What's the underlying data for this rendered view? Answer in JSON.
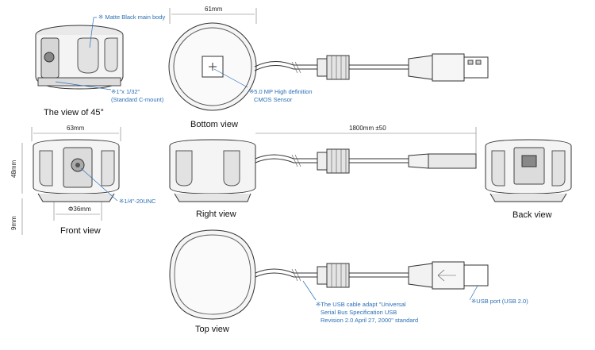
{
  "views": {
    "view45": "The view of 45°",
    "bottom": "Bottom view",
    "front": "Front view",
    "right": "Right view",
    "back": "Back view",
    "top": "Top view"
  },
  "annotations": {
    "matte": "※ Matte Black main body",
    "cmount_1": "※1\"x 1/32\"",
    "cmount_2": "(Standard C-mount)",
    "sensor_1": "※5.0 MP High definition",
    "sensor_2": "CMOS Sensor",
    "tripod": "※1/4\"-20UNC",
    "usb_1": "※The USB cable adapt \"Universal",
    "usb_2": "Serial Bus Specification USB",
    "usb_3": "Revision 2.0 April 27, 2000\" standard",
    "usbport": "※USB port (USB 2.0)"
  },
  "dimensions": {
    "width_bottom": "61mm",
    "width_front": "63mm",
    "height": "48mm",
    "height_small": "9mm",
    "diameter": "Φ36mm",
    "cable": "1800mm ±50"
  }
}
